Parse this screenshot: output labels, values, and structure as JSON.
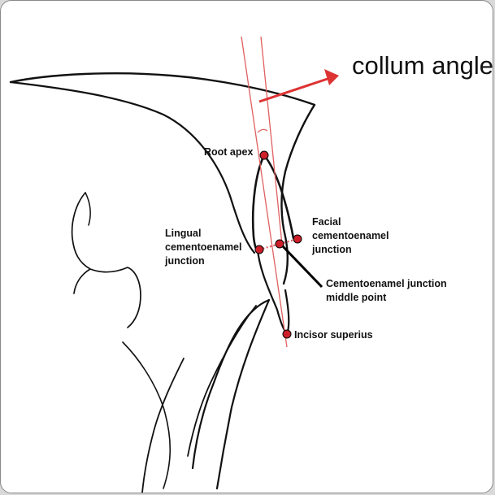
{
  "title": "collum angle",
  "labels": {
    "root_apex": "Root apex",
    "lingual_line1": "Lingual",
    "lingual_line2": "cementoenamel",
    "lingual_line3": "junction",
    "facial_line1": "Facial",
    "facial_line2": "cementoenamel",
    "facial_line3": "junction",
    "midpoint_line1": "Cementoenamel junction",
    "midpoint_line2": "middle point",
    "incisor": "Incisor superius"
  },
  "colors": {
    "reference_line": "#e06060",
    "landmark_fill": "#cc1f2a",
    "arrow": "#dd3333",
    "sketch": "#111111"
  }
}
